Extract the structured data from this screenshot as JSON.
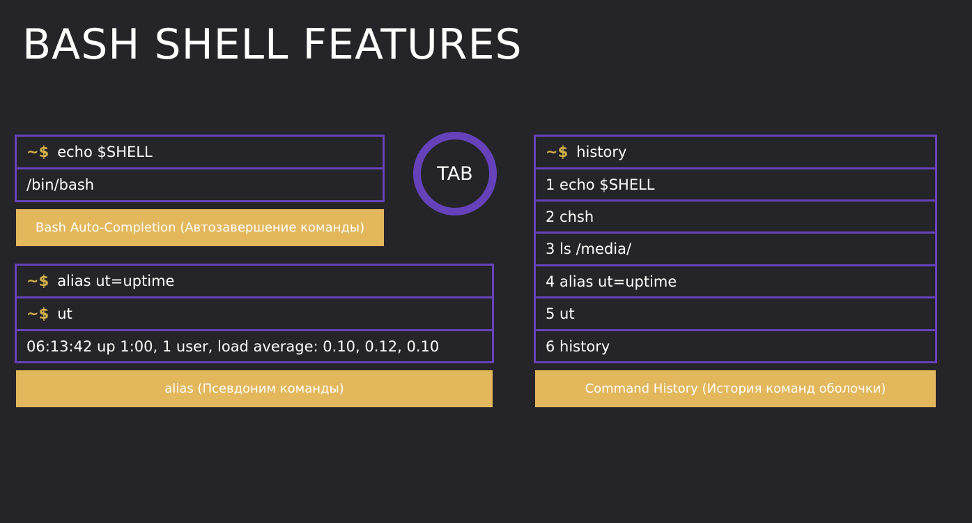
{
  "slide": {
    "title": "BASH SHELL FEATURES"
  },
  "prompt_symbol": "~$",
  "echo_block": {
    "command": "echo  $SHELL",
    "output": "/bin/bash",
    "caption": "Bash  Auto-Completion  (Автозавершение команды)"
  },
  "tab_key": {
    "label": "TAB"
  },
  "alias_block": {
    "command1": "alias  ut=uptime",
    "command2": "ut",
    "output": "06:13:42 up  1:00,  1 user,  load average: 0.10, 0.12, 0.10",
    "caption": "alias  (Псевдоним команды)"
  },
  "history_block": {
    "command": "history",
    "entries": [
      "1  echo  $SHELL",
      "2  chsh",
      "3  ls /media/",
      "4  alias  ut=uptime",
      "5  ut",
      "6  history"
    ],
    "caption": "Command  History  (История команд оболочки)"
  },
  "colors": {
    "background": "#252428",
    "border_purple": "#6642ba",
    "caption_gold": "#e3b75c",
    "prompt_gold": "#d2b14a",
    "text": "#ffffff"
  }
}
